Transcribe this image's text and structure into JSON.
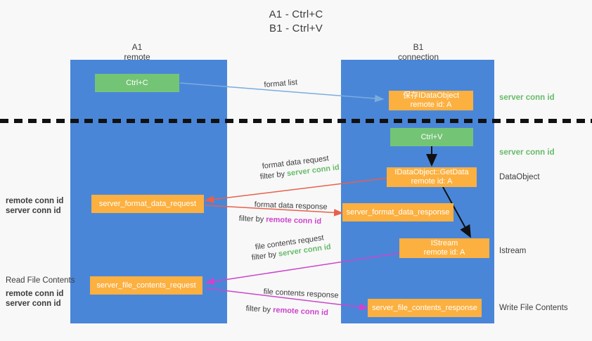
{
  "title": {
    "line1": "A1 - Ctrl+C",
    "line2": "B1 - Ctrl+V"
  },
  "columns": [
    {
      "name": "A1",
      "sub": "remote"
    },
    {
      "name": "B1",
      "sub": "connection"
    }
  ],
  "nodes": {
    "ctrl_c": "Ctrl+C",
    "ctrl_v": "Ctrl+V",
    "save_dataobject_l1": "保存IDataObject",
    "save_dataobject_l2": "remote id: A",
    "getdata_l1": "IDataObject::GetData",
    "getdata_l2": "remote id: A",
    "istream_l1": "IStream",
    "istream_l2": "remote id: A",
    "server_format_data_request": "server_format_data_request",
    "server_format_data_response": "server_format_data_response",
    "server_file_contents_request": "server_file_contents_request",
    "server_file_contents_response": "server_file_contents_response"
  },
  "right_labels": {
    "server_conn_id_top": "server conn id",
    "server_conn_id_mid": "server conn id",
    "dataobject": "DataObject",
    "istream": "Istream",
    "write_file_contents": "Write File Contents"
  },
  "left_labels": {
    "remote_conn_id_1": "remote conn id",
    "server_conn_id_1": "server conn id",
    "read_file_contents": "Read File Contents",
    "remote_conn_id_2": "remote conn id",
    "server_conn_id_2": "server conn id"
  },
  "arrow_labels": {
    "format_list": "format list",
    "format_data_request": "format data request",
    "format_data_request_filter_prefix": "filter by ",
    "format_data_request_filter_value": "server conn id",
    "format_data_response": "format data response",
    "format_data_response_filter_prefix": "filter by ",
    "format_data_response_filter_value": "remote conn id",
    "file_contents_request": "file contents request",
    "file_contents_request_filter_prefix": "filter by ",
    "file_contents_request_filter_value": "server conn id",
    "file_contents_response": "file contents response",
    "file_contents_response_filter_prefix": "filter by ",
    "file_contents_response_filter_value": "remote conn id"
  },
  "colors": {
    "lane": "#4a86d8",
    "green_node": "#74c476",
    "orange_node": "#fcb040",
    "green_text": "#67bb6a",
    "magenta_text": "#cc44cc",
    "blue_arrow": "#7aaddd",
    "red_arrow": "#e8604c",
    "magenta_arrow": "#cc44cc",
    "dark_arrow": "#111111",
    "background": "#f8f8f8"
  }
}
